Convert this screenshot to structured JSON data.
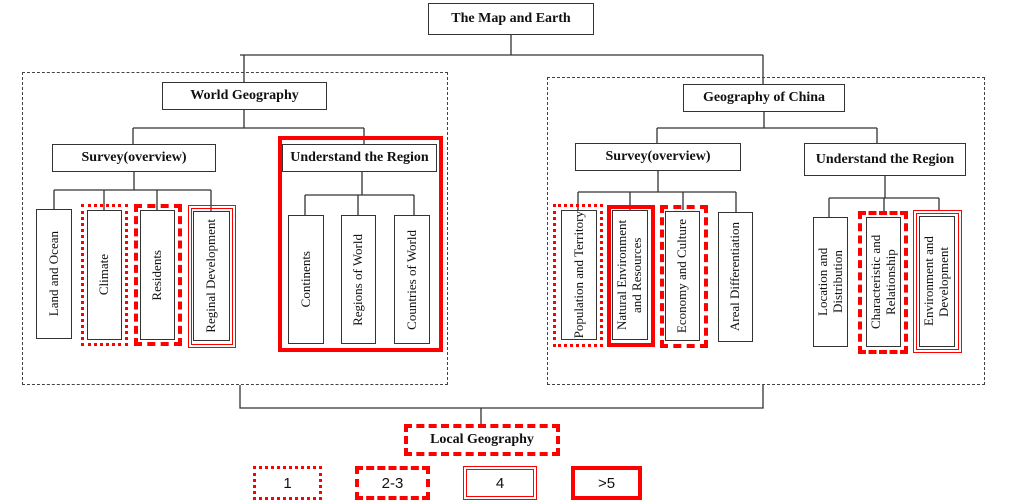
{
  "root": "The Map and Earth",
  "world": {
    "title": "World Geography",
    "survey": "Survey(overview)",
    "region": "Understand the Region",
    "survey_items": [
      "Land and Ocean",
      "Climate",
      "Residents",
      "Reginal Development"
    ],
    "region_items": [
      "Continents",
      "Regions of World",
      "Countries of World"
    ]
  },
  "china": {
    "title": "Geography of China",
    "survey": "Survey(overview)",
    "region": "Understand the Region",
    "survey_items": [
      "Population and Territory",
      "Natural Environment and Resources",
      "Economy and Culture",
      "Areal Differentiation"
    ],
    "region_items": [
      "Location and Distribution",
      "Characteristic and Relationship",
      "Environment and Development"
    ]
  },
  "local": "Local Geography",
  "legend": [
    "1",
    "2-3",
    "4",
    ">5"
  ],
  "colors": {
    "highlight": "#ff0000",
    "line": "#333333"
  }
}
